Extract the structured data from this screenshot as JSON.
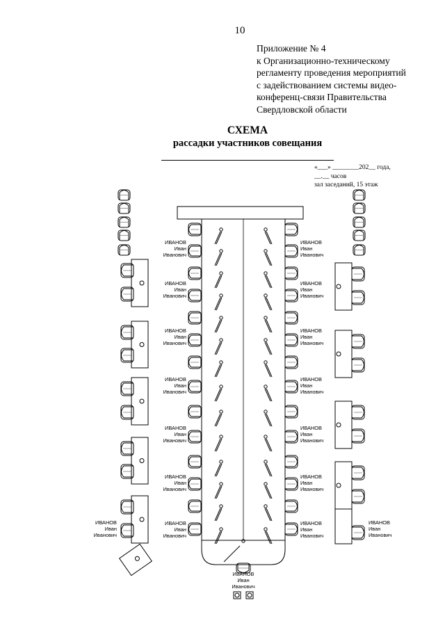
{
  "page_number": "10",
  "appendix": {
    "lines": [
      "Приложение № 4",
      "к Организационно-техническому",
      "регламенту проведения мероприятий",
      "с задействованием системы видео-",
      "конференц-связи Правительства",
      "Свердловской области"
    ]
  },
  "title": "СХЕМА",
  "subtitle": "рассадки участников совещания",
  "meta": {
    "date_line": "«___» ________202__ года,",
    "time_line": "__.__ часов",
    "room_line": "зал заседаний, 15 этаж"
  },
  "participant": {
    "surname": "ИВАНОВ",
    "name": "Иван",
    "patronymic": "Иванович"
  },
  "icons": [
    "chair-icon",
    "microphone-icon",
    "table-icon",
    "camera-icon"
  ]
}
